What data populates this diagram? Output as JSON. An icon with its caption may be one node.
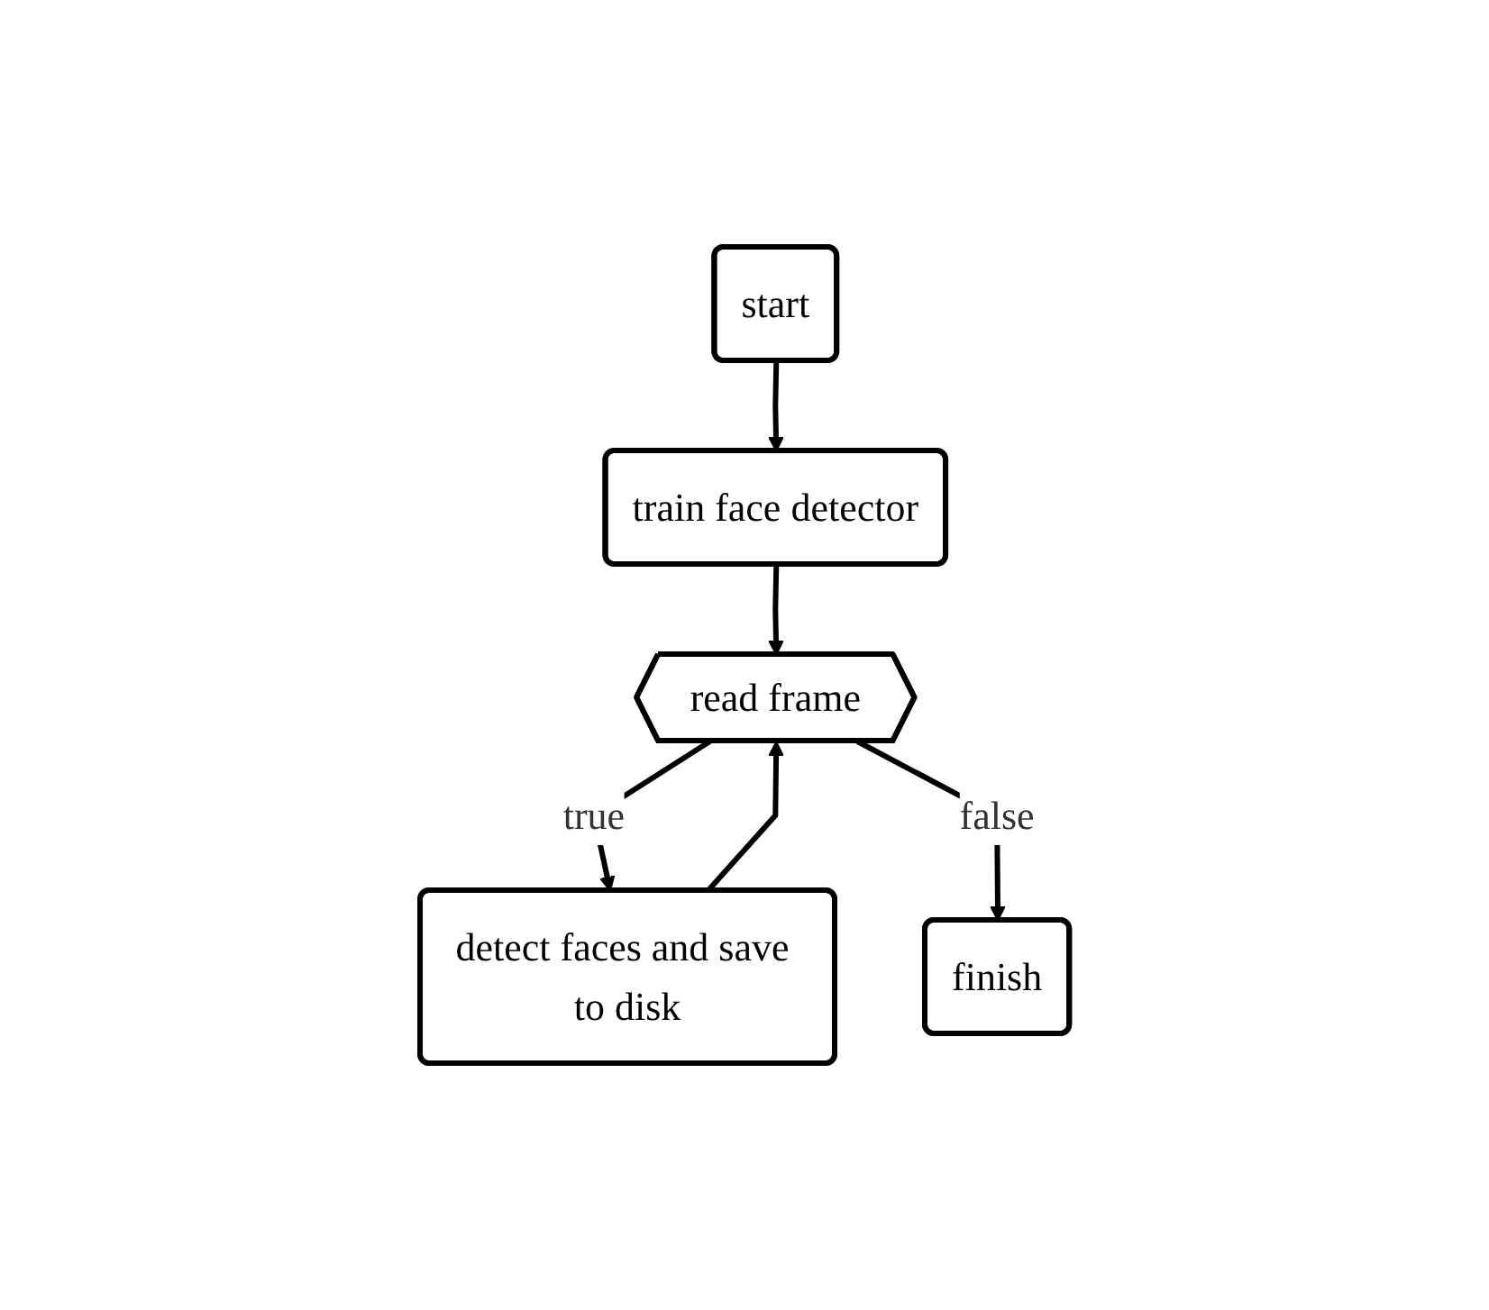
{
  "diagram": {
    "nodes": [
      {
        "text": [
          "start"
        ]
      },
      {
        "text": [
          "train face detector"
        ]
      },
      {
        "text": [
          "read frame"
        ]
      },
      {
        "text": [
          "detect faces and save to disk"
        ]
      },
      {
        "text": [
          "finish"
        ]
      }
    ],
    "edges": [
      {
        "from": 0,
        "to": 1,
        "arrow": "to"
      },
      {
        "from": 1,
        "to": 2,
        "arrow": "to"
      },
      {
        "from": 2,
        "to": 3,
        "label": "true",
        "arrow": "to"
      },
      {
        "from": 3,
        "to": 2,
        "arrow": "to"
      },
      {
        "from": 2,
        "to": 4,
        "label": "false",
        "arrow": "to"
      }
    ]
  }
}
